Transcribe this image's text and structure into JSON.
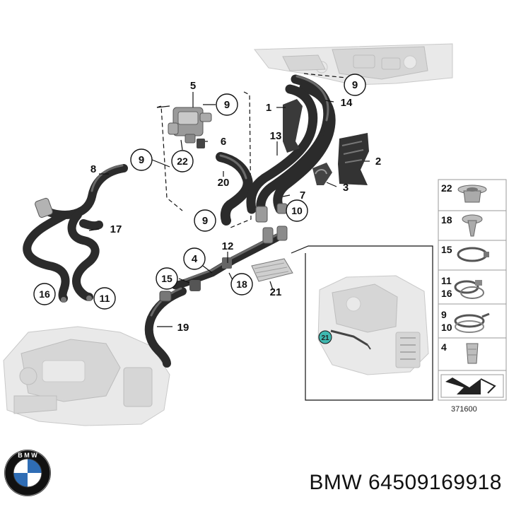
{
  "diagram": {
    "callouts": {
      "c1": "1",
      "c2": "2",
      "c3": "3",
      "c4": "4",
      "c5": "5",
      "c6": "6",
      "c7": "7",
      "c8": "8",
      "c9a": "9",
      "c9b": "9",
      "c9c": "9",
      "c9d": "9",
      "c10": "10",
      "c11": "11",
      "c12": "12",
      "c13": "13",
      "c14": "14",
      "c15": "15",
      "c16": "16",
      "c17": "17",
      "c18": "18",
      "c19": "19",
      "c20": "20",
      "c21": "21",
      "c21b": "21",
      "c22": "22"
    },
    "legend": [
      {
        "label": "22",
        "icon": "grommet-icon"
      },
      {
        "label": "18",
        "icon": "expanding-rivet-icon"
      },
      {
        "label": "15",
        "icon": "hose-clamp-icon"
      },
      {
        "label": "11\n16",
        "line1": "11",
        "line2": "16",
        "icon": "double-hose-clamp-icon"
      },
      {
        "label": "9\n10",
        "line1": "9",
        "line2": "10",
        "icon": "spring-clamp-icon"
      },
      {
        "label": "4",
        "icon": "nut-clip-icon"
      }
    ],
    "diagram_code": "371600"
  },
  "brand": {
    "text": "BMW 64509169918",
    "logo_icon": "bmw-roundel-icon"
  },
  "colors": {
    "hose": "#2b2b2b",
    "engine": "#e9e9e9",
    "callout_21": "#3fb8b0",
    "logo_blue": "#2f6db5"
  }
}
